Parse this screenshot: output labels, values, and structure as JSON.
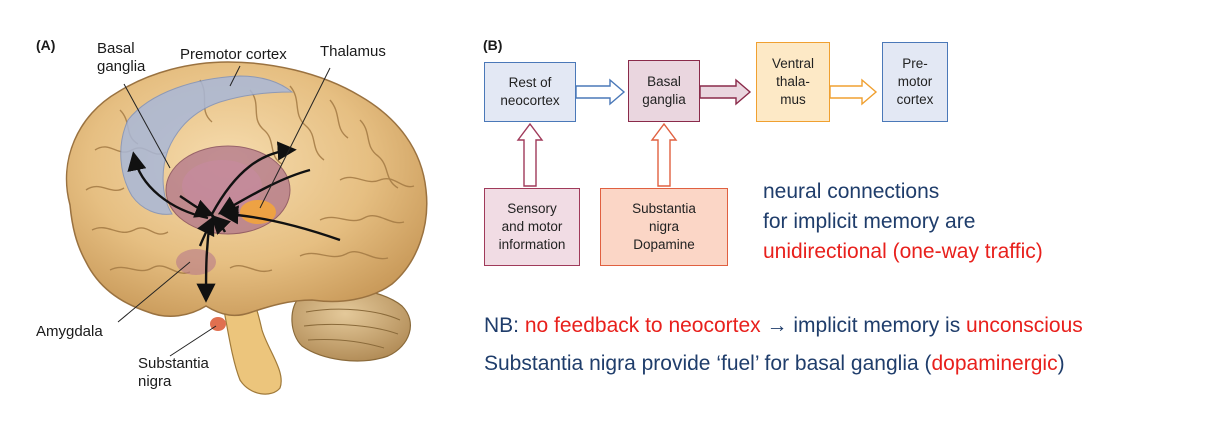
{
  "panelA": {
    "letter": "(A)",
    "labels": {
      "basal_ganglia_1": "Basal",
      "basal_ganglia_2": "ganglia",
      "premotor": "Premotor cortex",
      "thalamus": "Thalamus",
      "amygdala": "Amygdala",
      "substantia_1": "Substantia",
      "substantia_2": "nigra"
    }
  },
  "panelB": {
    "letter": "(B)",
    "boxes": {
      "neocortex": [
        "Rest of",
        "neocortex"
      ],
      "basal": [
        "Basal",
        "ganglia"
      ],
      "thalamus": [
        "Ventral",
        "thala-",
        "mus"
      ],
      "premotor": [
        "Pre-",
        "motor",
        "cortex"
      ],
      "sensory": [
        "Sensory",
        "and motor",
        "information"
      ],
      "substantia": [
        "Substantia",
        "nigra",
        "Dopamine"
      ]
    }
  },
  "notes": {
    "line1": "neural connections",
    "line2": "for implicit memory are",
    "line3": "unidirectional (one-way traffic)",
    "nb_prefix": "NB: ",
    "nb_red1": "no feedback to neocortex",
    "nb_mid": " → implicit memory is ",
    "nb_red2": "unconscious",
    "sn_prefix": "Substantia nigra provide ‘fuel’ for basal ganglia (",
    "sn_red": "dopaminergic",
    "sn_suffix": ")"
  },
  "colors": {
    "text_blue": "#1f3d6b",
    "text_red": "#e8201c",
    "neocortex_fill": "#e3e8f4",
    "neocortex_border": "#4a78b8",
    "basal_fill": "#ead6df",
    "basal_border": "#8a2a4a",
    "thalamus_fill": "#fde9c6",
    "thalamus_border": "#f0a030",
    "sensory_fill": "#f1dce4",
    "sensory_border": "#a03a5a",
    "substantia_fill": "#fbd6c6",
    "substantia_border": "#e06040"
  }
}
